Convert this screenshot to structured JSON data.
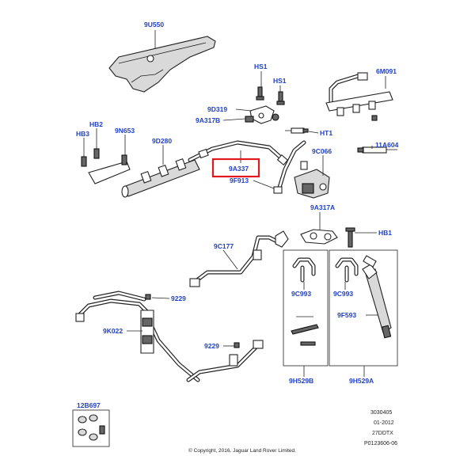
{
  "diagram": {
    "part_labels": [
      {
        "id": "9U550",
        "text": "9U550"
      },
      {
        "id": "HS1a",
        "text": "HS1"
      },
      {
        "id": "HS1b",
        "text": "HS1"
      },
      {
        "id": "6M091",
        "text": "6M091"
      },
      {
        "id": "9D319",
        "text": "9D319"
      },
      {
        "id": "9A317B",
        "text": "9A317B"
      },
      {
        "id": "HB2",
        "text": "HB2"
      },
      {
        "id": "HB3",
        "text": "HB3"
      },
      {
        "id": "9N653",
        "text": "9N653"
      },
      {
        "id": "9D280",
        "text": "9D280"
      },
      {
        "id": "HT1",
        "text": "HT1"
      },
      {
        "id": "11A604",
        "text": "11A604"
      },
      {
        "id": "9C066",
        "text": "9C066"
      },
      {
        "id": "9A337",
        "text": "9A337"
      },
      {
        "id": "9F913",
        "text": "9F913"
      },
      {
        "id": "9A317A",
        "text": "9A317A"
      },
      {
        "id": "9C177",
        "text": "9C177"
      },
      {
        "id": "HB1",
        "text": "HB1"
      },
      {
        "id": "9229a",
        "text": "9229"
      },
      {
        "id": "9C993a",
        "text": "9C993"
      },
      {
        "id": "9C993b",
        "text": "9C993"
      },
      {
        "id": "9F593",
        "text": "9F593"
      },
      {
        "id": "9K022",
        "text": "9K022"
      },
      {
        "id": "9229b",
        "text": "9229"
      },
      {
        "id": "9H529B",
        "text": "9H529B"
      },
      {
        "id": "9H529A",
        "text": "9H529A"
      },
      {
        "id": "12B697",
        "text": "12B697"
      }
    ],
    "highlighted_part": "9A337",
    "reference_block": [
      "3030405",
      "01-2012",
      "27DDTX",
      "P0123606-06"
    ],
    "copyright": "© Copyright, 2016. Jaguar Land Rover Limited."
  },
  "colors": {
    "label": "#1f3fc4",
    "highlight": "#e0191f",
    "line": "#222222",
    "background": "#ffffff"
  }
}
